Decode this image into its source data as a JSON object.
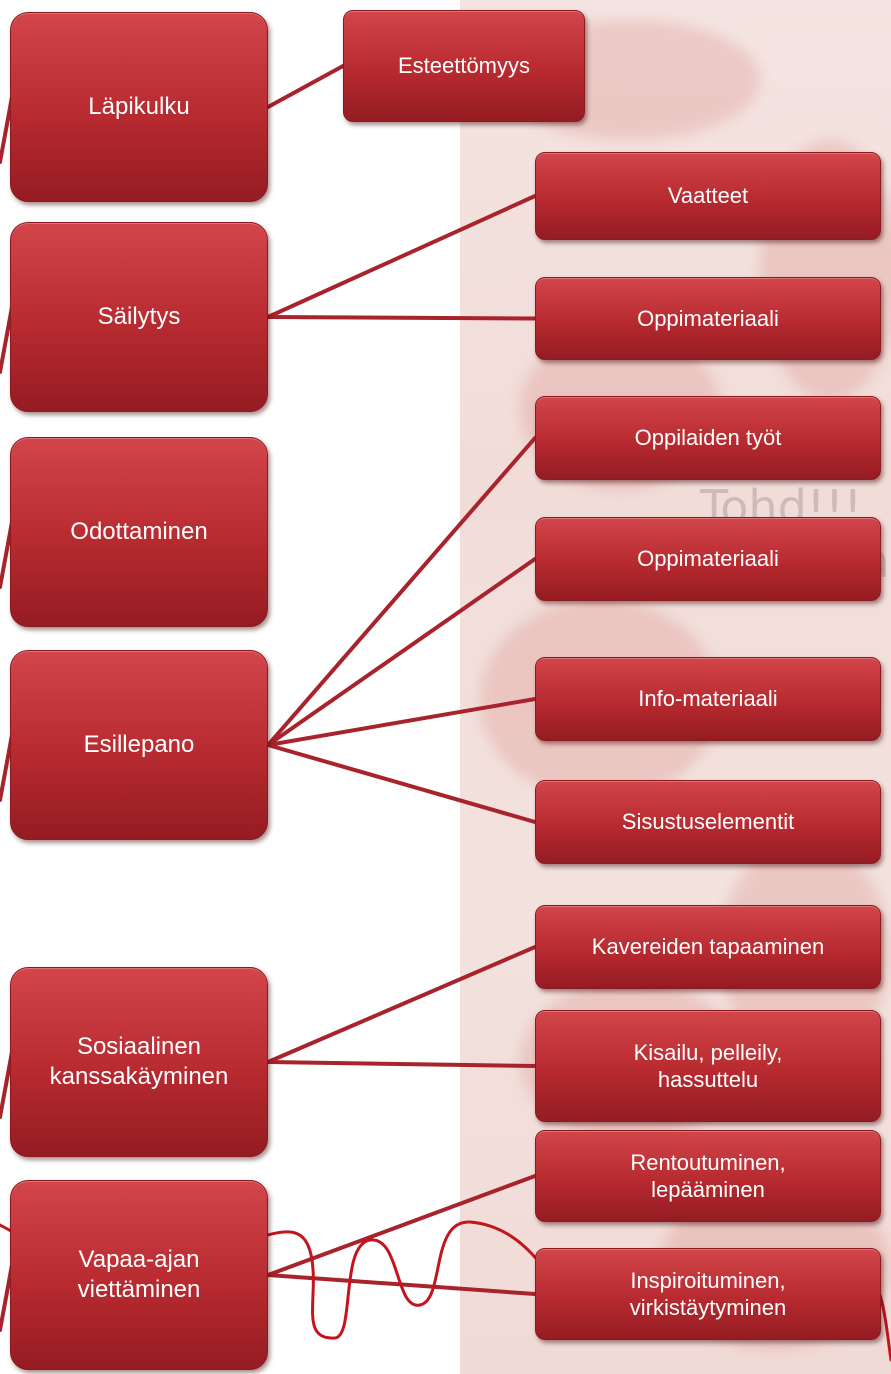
{
  "colors": {
    "box_fill": "#b72a30",
    "connector": "#a8232b",
    "scribble": "#c4141e",
    "background_panel": "#f2ddd9"
  },
  "categories": [
    {
      "id": "lapikulku",
      "label": "Läpikulku",
      "children": [
        "esteettomyys"
      ]
    },
    {
      "id": "sailytys",
      "label": "Säilytys",
      "children": [
        "vaatteet",
        "oppimateriaali-1"
      ]
    },
    {
      "id": "odottaminen",
      "label": "Odottaminen",
      "children": []
    },
    {
      "id": "esillepano",
      "label": "Esillepano",
      "children": [
        "oppilaiden-tyot",
        "oppimateriaali-2",
        "info-materiaali",
        "sisustuselementit"
      ]
    },
    {
      "id": "sosiaalinen",
      "label": "Sosiaalinen\nkanssakäyminen",
      "children": [
        "kavereiden-tapaaminen",
        "kisailu"
      ]
    },
    {
      "id": "vapaa-aika",
      "label": "Vapaa-ajan\nviettäminen",
      "children": [
        "rentoutuminen",
        "inspiroituminen"
      ]
    }
  ],
  "items": [
    {
      "id": "esteettomyys",
      "label": "Esteettömyys"
    },
    {
      "id": "vaatteet",
      "label": "Vaatteet"
    },
    {
      "id": "oppimateriaali-1",
      "label": "Oppimateriaali"
    },
    {
      "id": "oppilaiden-tyot",
      "label": "Oppilaiden työt"
    },
    {
      "id": "oppimateriaali-2",
      "label": "Oppimateriaali"
    },
    {
      "id": "info-materiaali",
      "label": "Info-materiaali"
    },
    {
      "id": "sisustuselementit",
      "label": "Sisustuselementit"
    },
    {
      "id": "kavereiden-tapaaminen",
      "label": "Kavereiden tapaaminen"
    },
    {
      "id": "kisailu",
      "label": "Kisailu, pelleily,\nhassuttelu"
    },
    {
      "id": "rentoutuminen",
      "label": "Rentoutuminen,\nlepääminen"
    },
    {
      "id": "inspiroituminen",
      "label": "Inspiroituminen,\nvirkistäytyminen"
    }
  ]
}
